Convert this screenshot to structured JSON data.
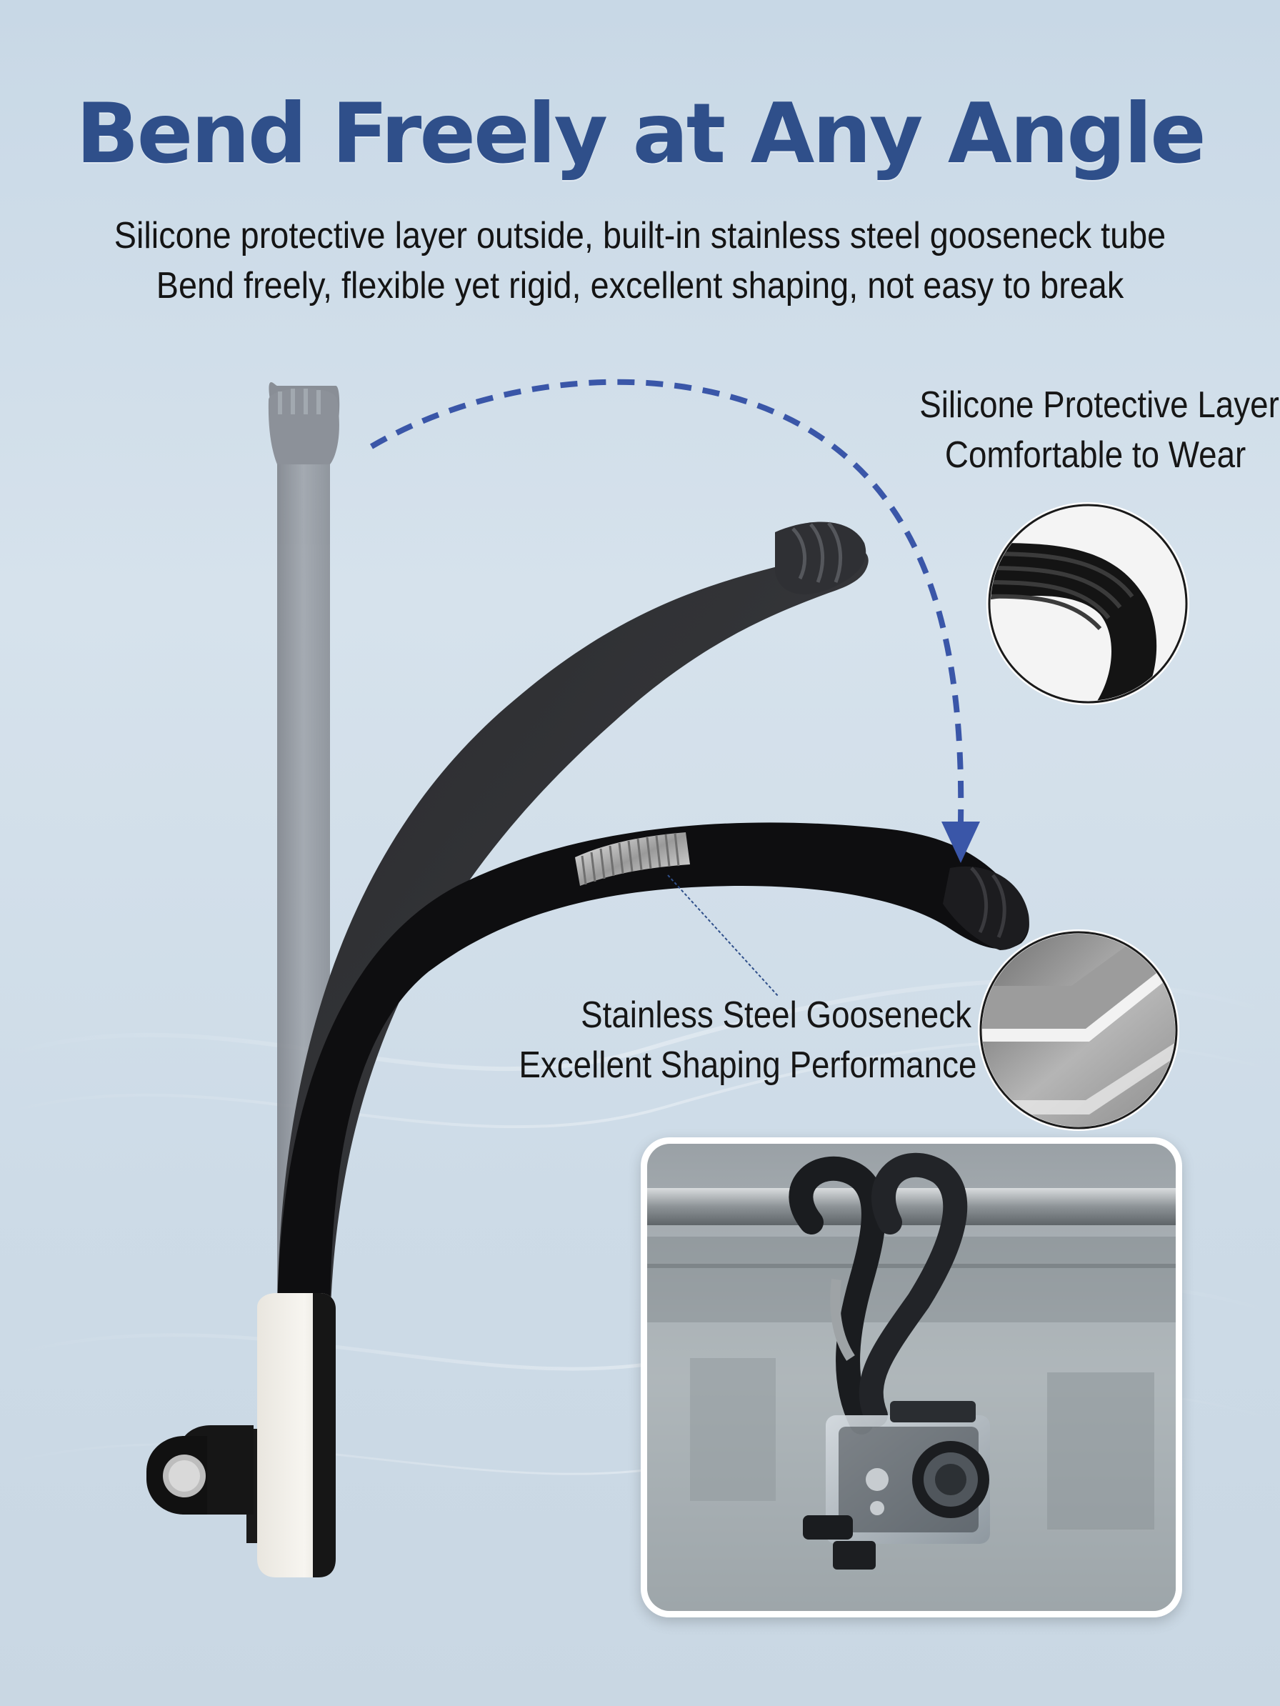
{
  "headline": "Bend Freely at Any Angle",
  "subtitle": {
    "line1": "Silicone protective layer outside, built-in stainless steel gooseneck tube",
    "line2": "Bend freely, flexible yet rigid, excellent shaping, not easy to break"
  },
  "callouts": {
    "silicone": {
      "line1": "Silicone Protective Layer",
      "line2": "Comfortable to Wear"
    },
    "gooseneck": {
      "line1": "Stainless Steel Gooseneck",
      "line2": "Excellent Shaping Performance"
    }
  },
  "colors": {
    "headline": "#2f4f8a",
    "arrow": "#3a56a8",
    "background": "#d3dfea"
  },
  "icons": {
    "bend_arrow": "dashed-curved-arrow-icon"
  }
}
